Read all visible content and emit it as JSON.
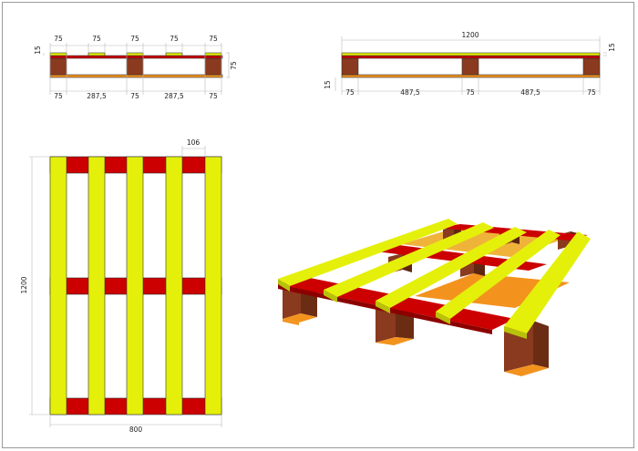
{
  "front_view": {
    "top_dims": [
      "75",
      "75",
      "75",
      "75",
      "75"
    ],
    "bottom_dims": [
      "75",
      "287,5",
      "75",
      "287,5",
      "75"
    ],
    "thickness_dim": "15",
    "height_dim": "75"
  },
  "side_view": {
    "width_dim": "1200",
    "thickness_dim": "15",
    "left_dim": "15",
    "bottom_dims": [
      "75",
      "487,5",
      "75",
      "487,5",
      "75"
    ]
  },
  "top_view": {
    "plank_dim": "106",
    "length_dim": "1200",
    "width_dim": "800"
  },
  "colors": {
    "plank_yellow": "#e4f00a",
    "bearer_red": "#cc0000",
    "block_brown": "#8a3a1e",
    "base_orange": "#f3931e"
  }
}
